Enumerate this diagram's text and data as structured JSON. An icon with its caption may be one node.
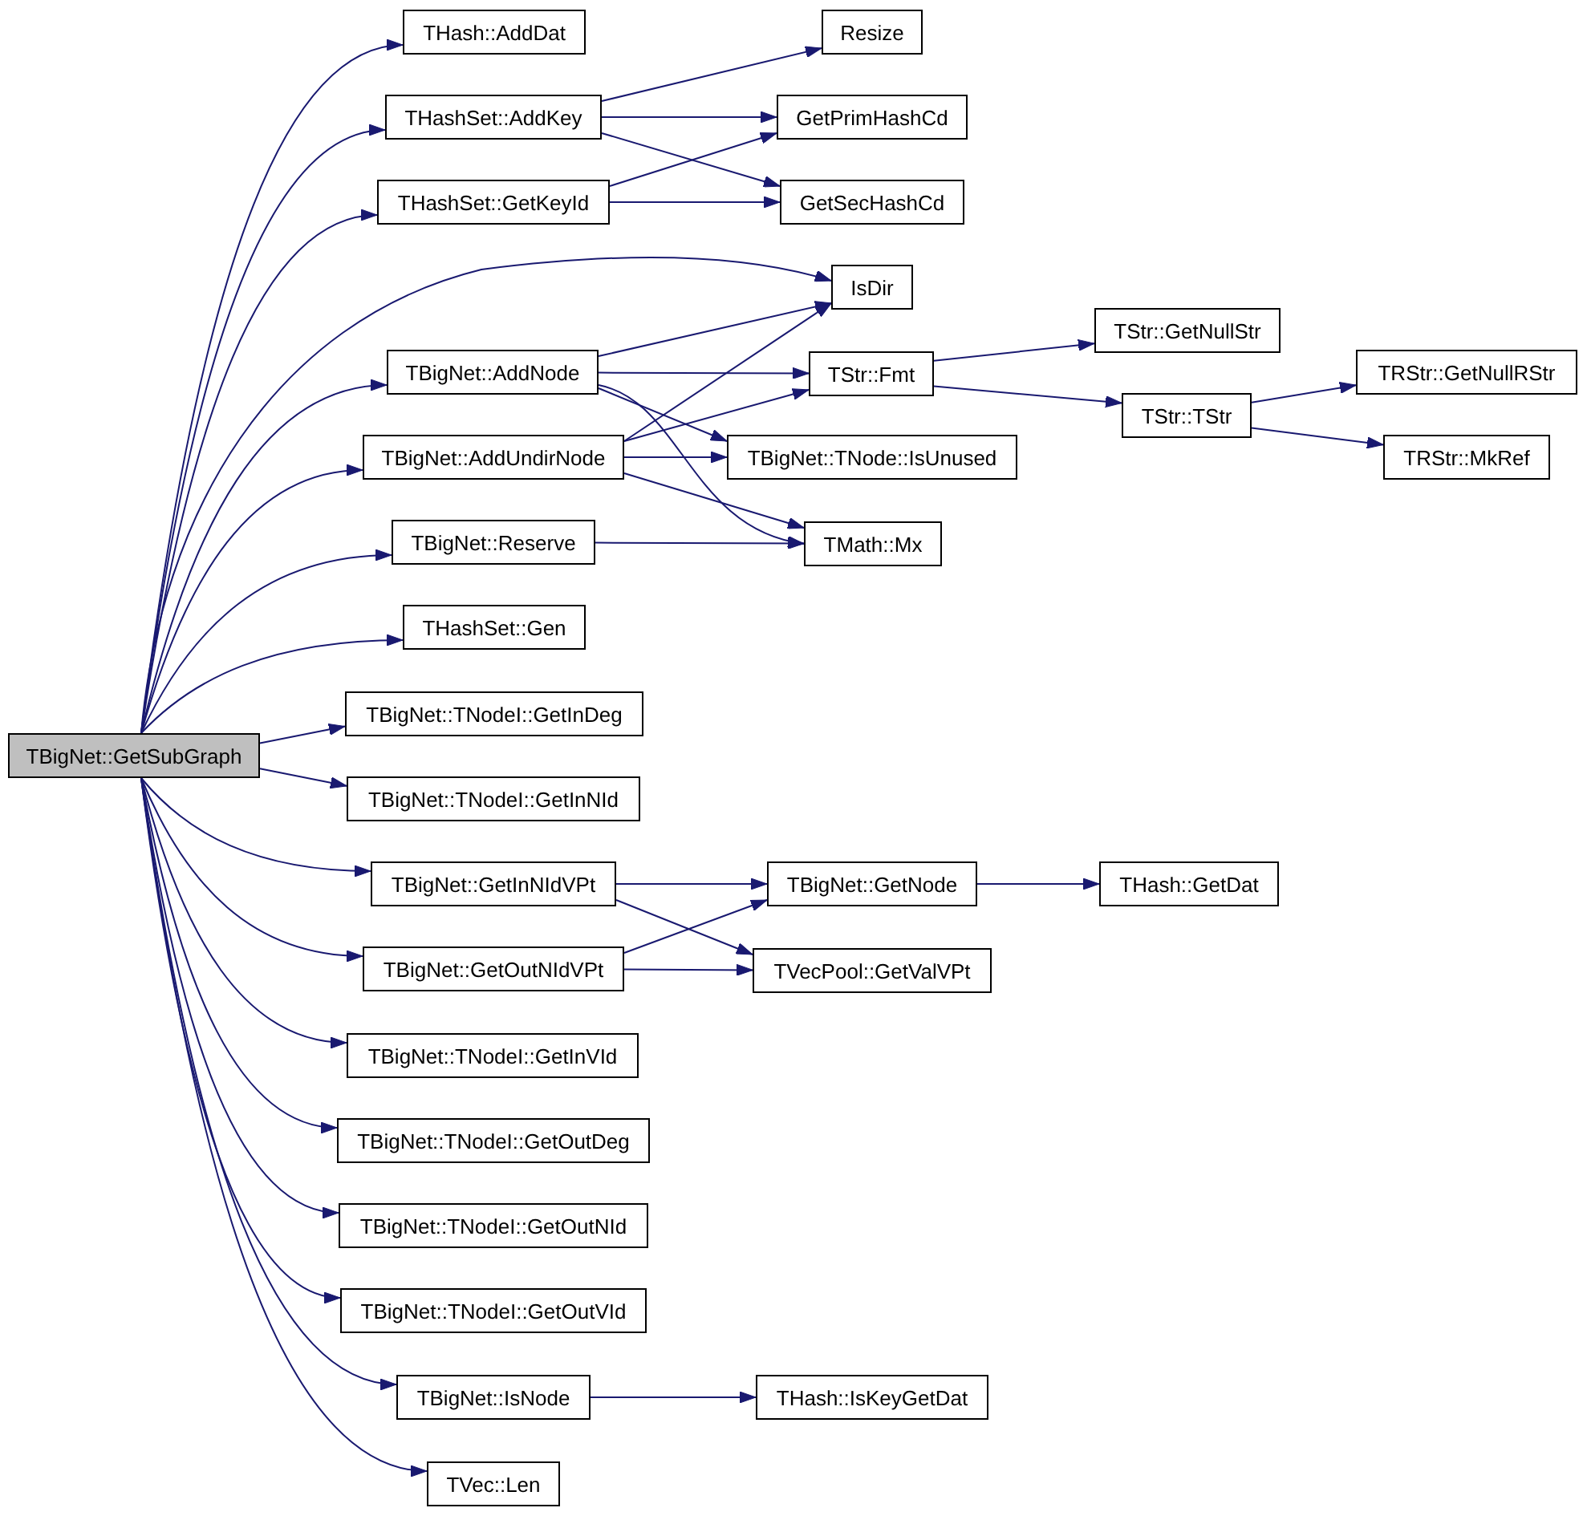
{
  "diagram": {
    "nodes": [
      {
        "text": [
          "TBigNet::GetSubGraph"
        ]
      },
      {
        "text": [
          "THash::AddDat"
        ]
      },
      {
        "text": [
          "THashSet::AddKey"
        ]
      },
      {
        "text": [
          "THashSet::GetKeyId"
        ]
      },
      {
        "text": [
          "TBigNet::AddNode"
        ]
      },
      {
        "text": [
          "TBigNet::AddUndirNode"
        ]
      },
      {
        "text": [
          "TBigNet::Reserve"
        ]
      },
      {
        "text": [
          "THashSet::Gen"
        ]
      },
      {
        "text": [
          "TBigNet::TNodeI::GetInDeg"
        ]
      },
      {
        "text": [
          "TBigNet::TNodeI::GetInNId"
        ]
      },
      {
        "text": [
          "TBigNet::GetInNIdVPt"
        ]
      },
      {
        "text": [
          "TBigNet::GetOutNIdVPt"
        ]
      },
      {
        "text": [
          "TBigNet::TNodeI::GetInVId"
        ]
      },
      {
        "text": [
          "TBigNet::TNodeI::GetOutDeg"
        ]
      },
      {
        "text": [
          "TBigNet::TNodeI::GetOutNId"
        ]
      },
      {
        "text": [
          "TBigNet::TNodeI::GetOutVId"
        ]
      },
      {
        "text": [
          "TBigNet::IsNode"
        ]
      },
      {
        "text": [
          "TVec::Len"
        ]
      },
      {
        "text": [
          "Resize"
        ]
      },
      {
        "text": [
          "GetPrimHashCd"
        ]
      },
      {
        "text": [
          "GetSecHashCd"
        ]
      },
      {
        "text": [
          "IsDir"
        ]
      },
      {
        "text": [
          "TStr::Fmt"
        ]
      },
      {
        "text": [
          "TBigNet::TNode::IsUnused"
        ]
      },
      {
        "text": [
          "TMath::Mx"
        ]
      },
      {
        "text": [
          "TStr::GetNullStr"
        ]
      },
      {
        "text": [
          "TStr::TStr"
        ]
      },
      {
        "text": [
          "TRStr::GetNullRStr"
        ]
      },
      {
        "text": [
          "TRStr::MkRef"
        ]
      },
      {
        "text": [
          "TBigNet::GetNode"
        ]
      },
      {
        "text": [
          "TVecPool::GetValVPt"
        ]
      },
      {
        "text": [
          "THash::GetDat"
        ]
      },
      {
        "text": [
          "THash::IsKeyGetDat"
        ]
      }
    ],
    "edges": [
      {
        "from": 0,
        "to": 1,
        "arrow": "to"
      },
      {
        "from": 0,
        "to": 2,
        "arrow": "to"
      },
      {
        "from": 0,
        "to": 3,
        "arrow": "to"
      },
      {
        "from": 0,
        "to": 21,
        "arrow": "to"
      },
      {
        "from": 0,
        "to": 4,
        "arrow": "to"
      },
      {
        "from": 0,
        "to": 5,
        "arrow": "to"
      },
      {
        "from": 0,
        "to": 6,
        "arrow": "to"
      },
      {
        "from": 0,
        "to": 7,
        "arrow": "to"
      },
      {
        "from": 0,
        "to": 8,
        "arrow": "to"
      },
      {
        "from": 0,
        "to": 9,
        "arrow": "to"
      },
      {
        "from": 0,
        "to": 10,
        "arrow": "to"
      },
      {
        "from": 0,
        "to": 11,
        "arrow": "to"
      },
      {
        "from": 0,
        "to": 12,
        "arrow": "to"
      },
      {
        "from": 0,
        "to": 13,
        "arrow": "to"
      },
      {
        "from": 0,
        "to": 14,
        "arrow": "to"
      },
      {
        "from": 0,
        "to": 15,
        "arrow": "to"
      },
      {
        "from": 0,
        "to": 16,
        "arrow": "to"
      },
      {
        "from": 0,
        "to": 17,
        "arrow": "to"
      },
      {
        "from": 2,
        "to": 18,
        "arrow": "to"
      },
      {
        "from": 2,
        "to": 19,
        "arrow": "to"
      },
      {
        "from": 2,
        "to": 20,
        "arrow": "to"
      },
      {
        "from": 3,
        "to": 19,
        "arrow": "to"
      },
      {
        "from": 3,
        "to": 20,
        "arrow": "to"
      },
      {
        "from": 4,
        "to": 21,
        "arrow": "to"
      },
      {
        "from": 4,
        "to": 22,
        "arrow": "to"
      },
      {
        "from": 4,
        "to": 23,
        "arrow": "to"
      },
      {
        "from": 4,
        "to": 24,
        "arrow": "to"
      },
      {
        "from": 5,
        "to": 21,
        "arrow": "to"
      },
      {
        "from": 5,
        "to": 22,
        "arrow": "to"
      },
      {
        "from": 5,
        "to": 23,
        "arrow": "to"
      },
      {
        "from": 5,
        "to": 24,
        "arrow": "to"
      },
      {
        "from": 6,
        "to": 24,
        "arrow": "to"
      },
      {
        "from": 22,
        "to": 25,
        "arrow": "to"
      },
      {
        "from": 22,
        "to": 26,
        "arrow": "to"
      },
      {
        "from": 26,
        "to": 27,
        "arrow": "to"
      },
      {
        "from": 26,
        "to": 28,
        "arrow": "to"
      },
      {
        "from": 10,
        "to": 29,
        "arrow": "to"
      },
      {
        "from": 10,
        "to": 30,
        "arrow": "to"
      },
      {
        "from": 11,
        "to": 29,
        "arrow": "to"
      },
      {
        "from": 11,
        "to": 30,
        "arrow": "to"
      },
      {
        "from": 29,
        "to": 31,
        "arrow": "to"
      },
      {
        "from": 16,
        "to": 32,
        "arrow": "to"
      }
    ]
  }
}
